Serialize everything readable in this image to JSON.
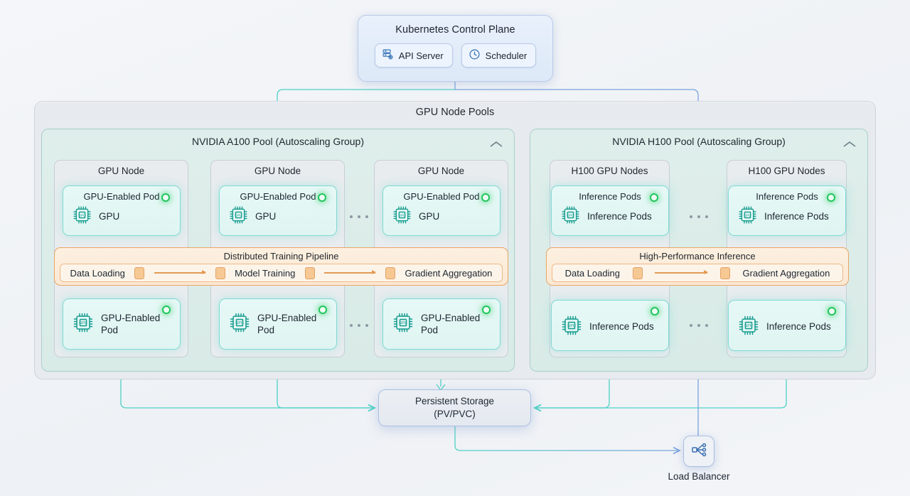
{
  "control_plane": {
    "title": "Kubernetes Control Plane",
    "chips": [
      {
        "label": "API Server",
        "icon": "server-rack-gear-icon"
      },
      {
        "label": "Scheduler",
        "icon": "clock-icon"
      }
    ]
  },
  "pools_container": {
    "title": "GPU Node Pools"
  },
  "pools": [
    {
      "title": "NVIDIA A100 Pool (Autoscaling Group)",
      "collapse_icon": "chevron-up-icon",
      "nodes": [
        {
          "title": "GPU Node",
          "top_pod": {
            "head": "GPU-Enabled Pod",
            "body": "GPU",
            "status": "healthy"
          },
          "bottom_pod": {
            "body": "GPU-Enabled Pod",
            "status": "healthy"
          }
        },
        {
          "title": "GPU Node",
          "top_pod": {
            "head": "GPU-Enabled Pod",
            "body": "GPU",
            "status": "healthy"
          },
          "bottom_pod": {
            "body": "GPU-Enabled Pod",
            "status": "healthy"
          }
        },
        {
          "title": "GPU Node",
          "top_pod": {
            "head": "GPU-Enabled Pod",
            "body": "GPU",
            "status": "healthy"
          },
          "bottom_pod": {
            "body": "GPU-Enabled Pod",
            "status": "healthy"
          }
        }
      ],
      "ellipsis": "...",
      "pipeline": {
        "title": "Distributed Training Pipeline",
        "steps": [
          "Data Loading",
          "Model Training",
          "Gradient Aggregation"
        ]
      }
    },
    {
      "title": "NVIDIA H100 Pool (Autoscaling Group)",
      "collapse_icon": "chevron-up-icon",
      "nodes": [
        {
          "title": "H100 GPU Nodes",
          "top_pod": {
            "head": "Inference Pods",
            "body": "Inference Pods",
            "status": "healthy"
          },
          "bottom_pod": {
            "body": "Inference Pods",
            "status": "healthy"
          }
        },
        {
          "title": "H100 GPU Nodes",
          "top_pod": {
            "head": "Inference Pods",
            "body": "Inference Pods",
            "status": "healthy"
          },
          "bottom_pod": {
            "body": "Inference Pods",
            "status": "healthy"
          }
        }
      ],
      "ellipsis": "...",
      "pipeline": {
        "title": "High-Performance Inference",
        "steps": [
          "Data Loading",
          "Gradient Aggregation"
        ]
      }
    }
  ],
  "storage": {
    "line1": "Persistent Storage",
    "line2": "(PV/PVC)"
  },
  "load_balancer": {
    "label": "Load Balancer",
    "icon": "network-topology-icon"
  },
  "colors": {
    "teal": "#4fd1c5",
    "blue": "#7aa3dd",
    "orange": "#e39b55",
    "status_green": "#22c55e",
    "pool_border": "#a9cfcb"
  }
}
